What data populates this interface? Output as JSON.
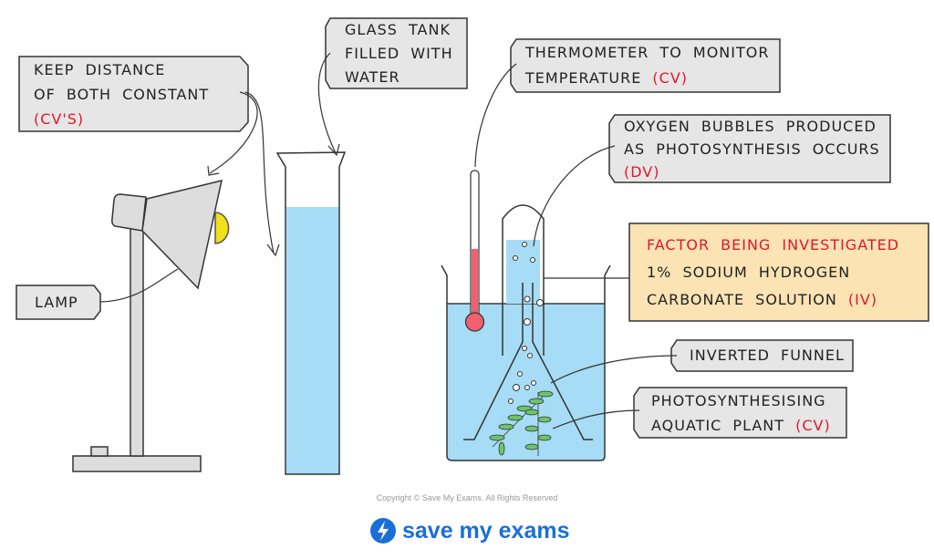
{
  "labels": {
    "keep_distance": {
      "line1": "KEEP DISTANCE",
      "line2": "OF BOTH CONSTANT",
      "tag": "(CV'S)"
    },
    "glass_tank": {
      "line1": "GLASS TANK",
      "line2": "FILLED WITH",
      "line3": "WATER"
    },
    "thermometer": {
      "line1": "THERMOMETER TO MONITOR",
      "line2": "TEMPERATURE",
      "tag": "(CV)"
    },
    "oxygen": {
      "line1": "OXYGEN BUBBLES PRODUCED",
      "line2": "AS PHOTOSYNTHESIS OCCURS",
      "tag": "(DV)"
    },
    "factor": {
      "heading": "FACTOR BEING INVESTIGATED",
      "line1": "1% SODIUM HYDROGEN",
      "line2": "CARBONATE SOLUTION",
      "tag": "(IV)"
    },
    "lamp": {
      "text": "LAMP"
    },
    "funnel": {
      "text": "INVERTED FUNNEL"
    },
    "plant": {
      "line1": "PHOTOSYNTHESISING",
      "line2": "AQUATIC PLANT",
      "tag": "(CV)"
    }
  },
  "footer": {
    "copyright": "Copyright © Save My Exams. All Rights Reserved",
    "logo_text": "save my exams"
  },
  "colors": {
    "water": "#a6dcf5",
    "label_bg": "#e6e6e6",
    "factor_bg": "#fbe3b4",
    "accent_red": "#e0172d",
    "bulb": "#f1e01a",
    "mercury": "#f0606e",
    "plant": "#6cc46c",
    "brand": "#1a6fd6"
  }
}
